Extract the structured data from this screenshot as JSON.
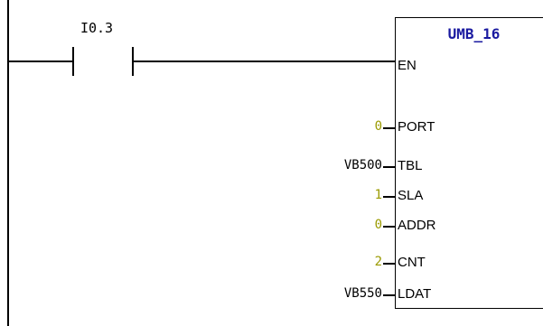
{
  "ladder": {
    "contact_address": "I0.3",
    "block": {
      "title": "UMB_16",
      "enable_label": "EN",
      "pins": [
        {
          "label": "PORT",
          "value": "0",
          "value_color": "#9a9a00"
        },
        {
          "label": "TBL",
          "value": "VB500",
          "value_color": "#000000"
        },
        {
          "label": "SLA",
          "value": "1",
          "value_color": "#9a9a00"
        },
        {
          "label": "ADDR",
          "value": "0",
          "value_color": "#9a9a00"
        },
        {
          "label": "CNT",
          "value": "2",
          "value_color": "#9a9a00"
        },
        {
          "label": "LDAT",
          "value": "VB550",
          "value_color": "#000000"
        }
      ]
    }
  }
}
